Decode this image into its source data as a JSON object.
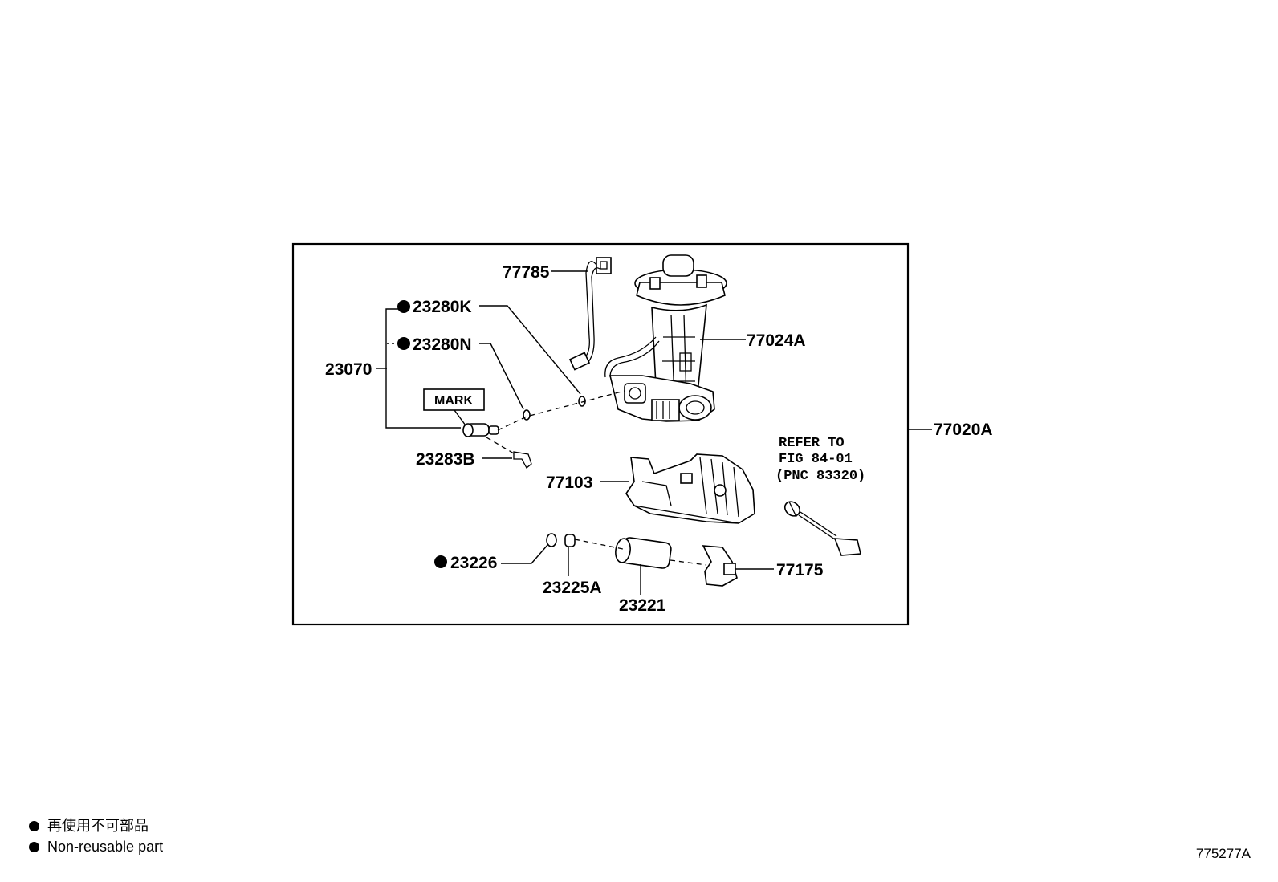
{
  "parts": {
    "p77785": "77785",
    "p23280K": "23280K",
    "p23280N": "23280N",
    "p23070": "23070",
    "p77024A": "77024A",
    "p77020A": "77020A",
    "p23283B": "23283B",
    "p77103": "77103",
    "p23226": "23226",
    "p23225A": "23225A",
    "p23221": "23221",
    "p77175": "77175"
  },
  "mark_label": "MARK",
  "refer": {
    "line1": "REFER TO",
    "line2": "FIG 84-01",
    "line3": "(PNC 83320)"
  },
  "legend": {
    "japanese": "再使用不可部品",
    "english": "Non-reusable part"
  },
  "figure_code": "775277A",
  "non_reusable_marker": "filled-circle",
  "non_reusable_parts": [
    "23280K",
    "23280N",
    "23226"
  ]
}
